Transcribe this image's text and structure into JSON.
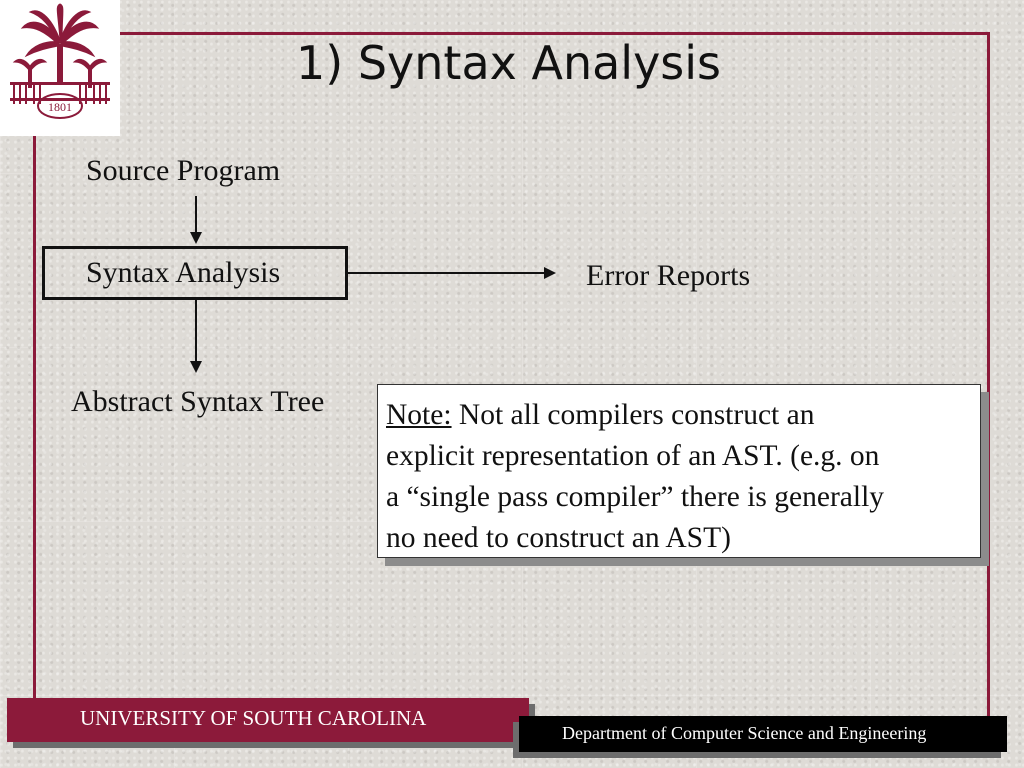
{
  "slide": {
    "title": "1) Syntax Analysis"
  },
  "diagram": {
    "input_label": "Source Program",
    "process_label": "Syntax Analysis",
    "side_output_label": "Error Reports",
    "output_label": "Abstract Syntax Tree"
  },
  "note": {
    "prefix": "Note:",
    "line1": "Not all compilers construct an",
    "line2": "explicit representation of an AST. (e.g. on",
    "line3": "a “single pass compiler” there is generally",
    "line4": "no need to construct an AST)"
  },
  "footer": {
    "university": "UNIVERSITY OF SOUTH CAROLINA",
    "department": "Department of Computer Science and Engineering"
  },
  "logo": {
    "year": "1801",
    "color": "#8b1a3a"
  },
  "colors": {
    "accent": "#8b1a3a",
    "footer_left_bg": "#8c1a3a",
    "footer_right_bg": "#000000"
  }
}
